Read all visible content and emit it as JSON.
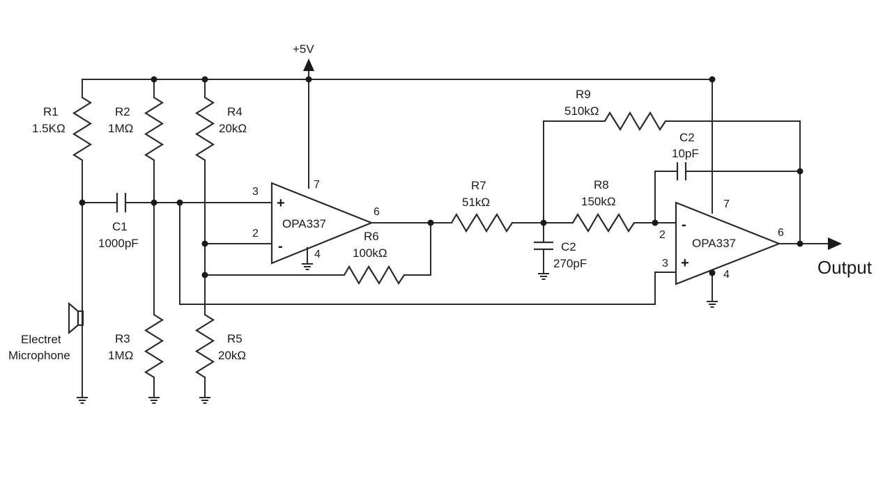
{
  "diagram": {
    "supply_label": "+5V",
    "output_label": "Output",
    "opamp1": {
      "name": "OPA337",
      "pin_plus": "3",
      "pin_minus": "2",
      "pin_out": "6",
      "pin_vcc": "7",
      "pin_gnd": "4",
      "plus_sign": "+",
      "minus_sign": "-"
    },
    "opamp2": {
      "name": "OPA337",
      "pin_plus": "3",
      "pin_minus": "2",
      "pin_out": "6",
      "pin_vcc": "7",
      "pin_gnd": "4",
      "plus_sign": "+",
      "minus_sign": "-"
    },
    "components": {
      "R1": {
        "ref": "R1",
        "value": "1.5KΩ"
      },
      "R2": {
        "ref": "R2",
        "value": "1MΩ"
      },
      "R3": {
        "ref": "R3",
        "value": "1MΩ"
      },
      "R4": {
        "ref": "R4",
        "value": "20kΩ"
      },
      "R5": {
        "ref": "R5",
        "value": "20kΩ"
      },
      "R6": {
        "ref": "R6",
        "value": "100kΩ"
      },
      "R7": {
        "ref": "R7",
        "value": "51kΩ"
      },
      "R8": {
        "ref": "R8",
        "value": "150kΩ"
      },
      "R9": {
        "ref": "R9",
        "value": "510kΩ"
      },
      "C1": {
        "ref": "C1",
        "value": "1000pF"
      },
      "C2a": {
        "ref": "C2",
        "value": "270pF"
      },
      "C2b": {
        "ref": "C2",
        "value": "10pF"
      },
      "MIC": {
        "line1": "Electret",
        "line2": "Microphone"
      }
    }
  }
}
